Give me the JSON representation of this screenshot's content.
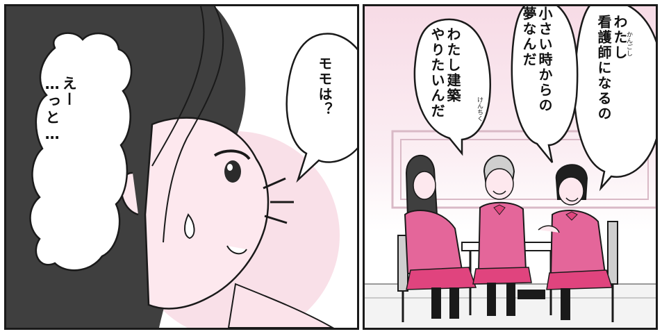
{
  "panels": {
    "left": {
      "dialogue": {
        "thought": "えー\n…っと…",
        "speech": "モモは？"
      }
    },
    "right": {
      "dialogue": {
        "nurse": "わたし\n看護師になるの",
        "nurse_ruby": "かんごし",
        "childhood_dream": "小さい時からの\n夢なんだ",
        "architecture": "わたし建築\nやりたいんだ",
        "architecture_ruby": "けんちく"
      }
    }
  },
  "colors": {
    "ink": "#1a1a1a",
    "uniform_pink": "#e4669a",
    "skirt_plaid": "#e0447e",
    "background_pink": "#f7dbe6"
  }
}
